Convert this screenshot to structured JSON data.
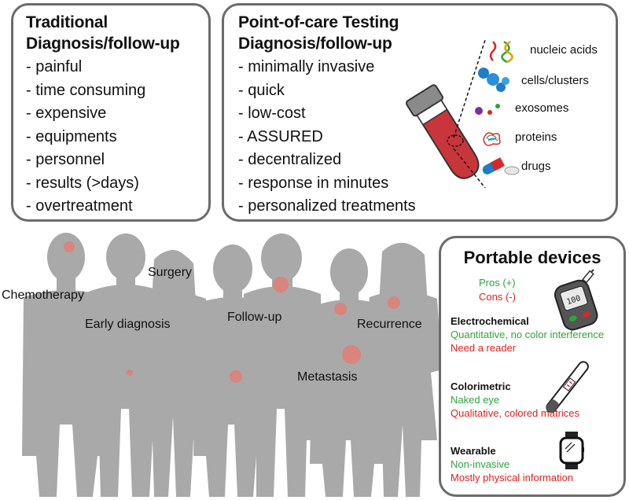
{
  "traditional": {
    "title_line1": "Traditional",
    "title_line2": "Diagnosis/follow-up",
    "items": [
      "- painful",
      "- time consuming",
      "- expensive",
      "- equipments",
      "- personnel",
      "- results (>days)",
      "- overtreatment"
    ]
  },
  "poc": {
    "title_line1": "Point-of-care Testing",
    "title_line2": "Diagnosis/follow-up",
    "items": [
      "- minimally invasive",
      "- quick",
      "- low-cost",
      "- ASSURED",
      "- decentralized",
      "- response in minutes",
      "- personalized treatments"
    ],
    "biomarkers": [
      "nucleic acids",
      "cells/clusters",
      "exosomes",
      "proteins",
      "drugs"
    ]
  },
  "stages": {
    "chemotherapy": "Chemotherapy",
    "surgery": "Surgery",
    "early_diagnosis": "Early diagnosis",
    "follow_up": "Follow-up",
    "recurrence": "Recurrence",
    "metastasis": "Metastasis"
  },
  "portable": {
    "title": "Portable devices",
    "pros": "Pros (+)",
    "cons": "Cons (-)",
    "meter_text": "100",
    "electrochemical": {
      "name": "Electrochemical",
      "pro": "Quantitative, no color interference",
      "con": "Need a reader"
    },
    "colorimetric": {
      "name": "Colorimetric",
      "pro": "Naked eye",
      "con": "Qualitative, colored matrices"
    },
    "wearable": {
      "name": "Wearable",
      "pro": "Non-invasive",
      "con": "Mostly physical information"
    }
  },
  "colors": {
    "border": "#6b6b6b",
    "silhouette": "#a9a9a9",
    "spot": "#d9847c",
    "pro": "#2fa33a",
    "con": "#e02020",
    "blood": "#c8363c"
  }
}
